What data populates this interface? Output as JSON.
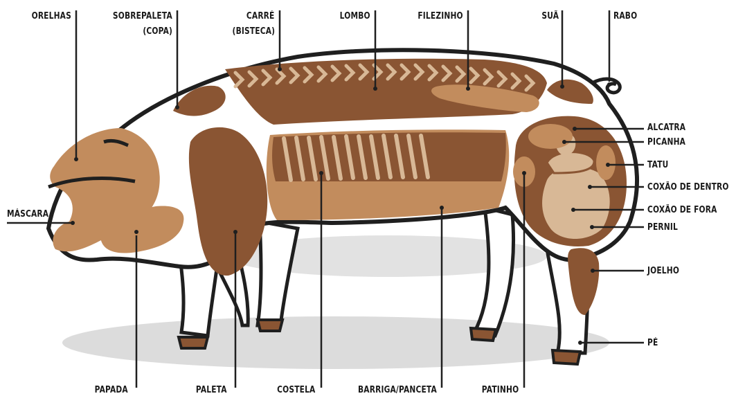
{
  "labels": {
    "orelhas": "ORELHAS",
    "sobrepaleta_1": "SOBREPALETA",
    "sobrepaleta_2": "(COPA)",
    "carre_1": "CARRÉ",
    "carre_2": "(BISTECA)",
    "lombo": "LOMBO",
    "filezinho": "FILEZINHO",
    "sua": "SUÃ",
    "rabo": "RABO",
    "alcatra": "ALCATRA",
    "picanha": "PICANHA",
    "tatu": "TATU",
    "coxao_dentro": "COXÃO DE DENTRO",
    "coxao_fora": "COXÃO DE FORA",
    "pernil": "PERNIL",
    "joelho": "JOELHO",
    "pe": "PÉ",
    "mascara": "MÁSCARA",
    "papada": "PAPADA",
    "paleta": "PALETA",
    "costela": "COSTELA",
    "barriga": "BARRIGA/PANCETA",
    "patinho": "PATINHO"
  },
  "colors": {
    "dark_brown": "#8a5533",
    "light_brown": "#c28c5d",
    "pale": "#d8b896",
    "outline": "#1f1f1f",
    "shadow": "#d9d9d9",
    "white": "#ffffff"
  }
}
